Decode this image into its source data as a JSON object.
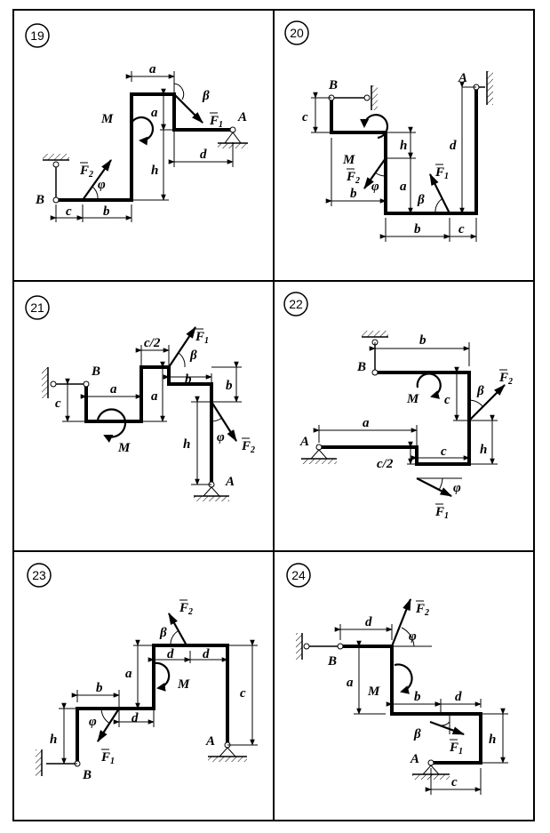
{
  "panels": [
    {
      "number": "19",
      "labels": {
        "M": "M",
        "A": "A",
        "B": "B",
        "F1": "F",
        "F1_sub": "1",
        "F2": "F",
        "F2_sub": "2",
        "beta": "β",
        "phi": "φ",
        "a1": "a",
        "a2": "a",
        "b": "b",
        "c": "c",
        "d": "d",
        "h": "h"
      }
    },
    {
      "number": "20",
      "labels": {
        "M": "M",
        "A": "A",
        "B": "B",
        "F1": "F",
        "F1_sub": "1",
        "F2": "F",
        "F2_sub": "2",
        "beta": "β",
        "phi": "φ",
        "a": "a",
        "b1": "b",
        "b2": "b",
        "c1": "c",
        "c2": "c",
        "d": "d",
        "h": "h"
      }
    },
    {
      "number": "21",
      "labels": {
        "M": "M",
        "A": "A",
        "B": "B",
        "F1": "F",
        "F1_sub": "1",
        "F2": "F",
        "F2_sub": "2",
        "beta": "β",
        "phi": "φ",
        "a1": "a",
        "a2": "a",
        "b1": "b",
        "b2": "b",
        "c": "c",
        "c2": "c/2",
        "h": "h"
      }
    },
    {
      "number": "22",
      "labels": {
        "M": "M",
        "A": "A",
        "B": "B",
        "F1": "F",
        "F1_sub": "1",
        "F2": "F",
        "F2_sub": "2",
        "beta": "β",
        "phi": "φ",
        "a": "a",
        "b": "b",
        "c1": "c",
        "c2": "c",
        "c3": "c/2",
        "h": "h"
      }
    },
    {
      "number": "23",
      "labels": {
        "M": "M",
        "A": "A",
        "B": "B",
        "F1": "F",
        "F1_sub": "1",
        "F2": "F",
        "F2_sub": "2",
        "beta": "β",
        "phi": "φ",
        "a": "a",
        "b": "b",
        "c": "c",
        "d1": "d",
        "d2": "d",
        "d3": "d",
        "h": "h"
      }
    },
    {
      "number": "24",
      "labels": {
        "M": "M",
        "A": "A",
        "B": "B",
        "F1": "F",
        "F1_sub": "1",
        "F2": "F",
        "F2_sub": "2",
        "beta": "β",
        "phi": "φ",
        "a": "a",
        "b": "b",
        "c": "c",
        "d1": "d",
        "d2": "d",
        "h": "h"
      }
    }
  ]
}
